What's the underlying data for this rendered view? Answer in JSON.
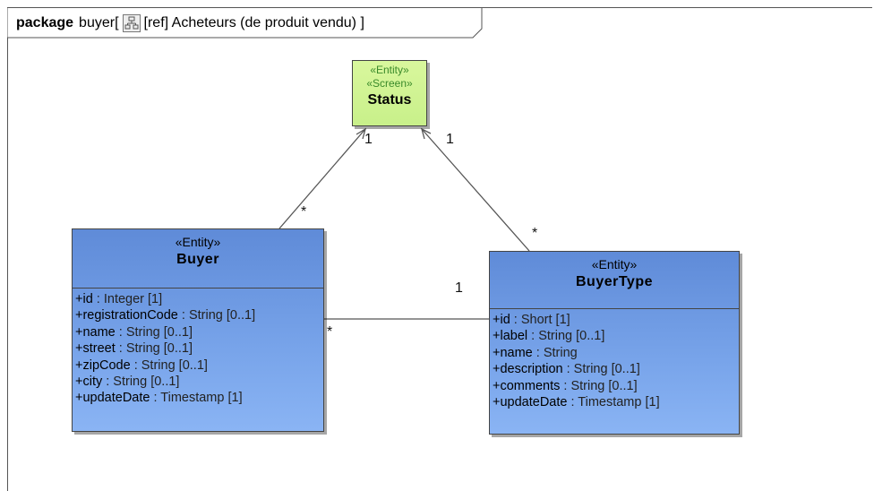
{
  "package": {
    "keyword": "package",
    "name": "buyer",
    "ref_text": "[ref] Acheteurs (de produit vendu) ]",
    "open_bracket": "["
  },
  "status": {
    "stereotypes": [
      "«Entity»",
      "«Screen»"
    ],
    "name": "Status"
  },
  "buyer": {
    "stereotype": "«Entity»",
    "name": "Buyer",
    "attributes": [
      {
        "name": "+id",
        "type": " : Integer [1]"
      },
      {
        "name": "+registrationCode",
        "type": " : String [0..1]"
      },
      {
        "name": "+name",
        "type": " : String [0..1]"
      },
      {
        "name": "+street",
        "type": " : String [0..1]"
      },
      {
        "name": "+zipCode",
        "type": " : String [0..1]"
      },
      {
        "name": "+city",
        "type": " : String [0..1]"
      },
      {
        "name": "+updateDate",
        "type": " : Timestamp [1]"
      }
    ]
  },
  "buyertype": {
    "stereotype": "«Entity»",
    "name": "BuyerType",
    "attributes": [
      {
        "name": "+id",
        "type": " : Short [1]"
      },
      {
        "name": "+label",
        "type": " : String [0..1]"
      },
      {
        "name": "+name",
        "type": " : String"
      },
      {
        "name": "+description",
        "type": " : String [0..1]"
      },
      {
        "name": "+comments",
        "type": " : String [0..1]"
      },
      {
        "name": "+updateDate",
        "type": " : Timestamp [1]"
      }
    ]
  },
  "multiplicities": {
    "buyer_status_target": "1",
    "buyer_status_source": "*",
    "buyertype_status_target": "1",
    "buyertype_status_source": "*",
    "buyer_buyertype_buyer_end": "*",
    "buyer_buyertype_type_end": "1"
  }
}
